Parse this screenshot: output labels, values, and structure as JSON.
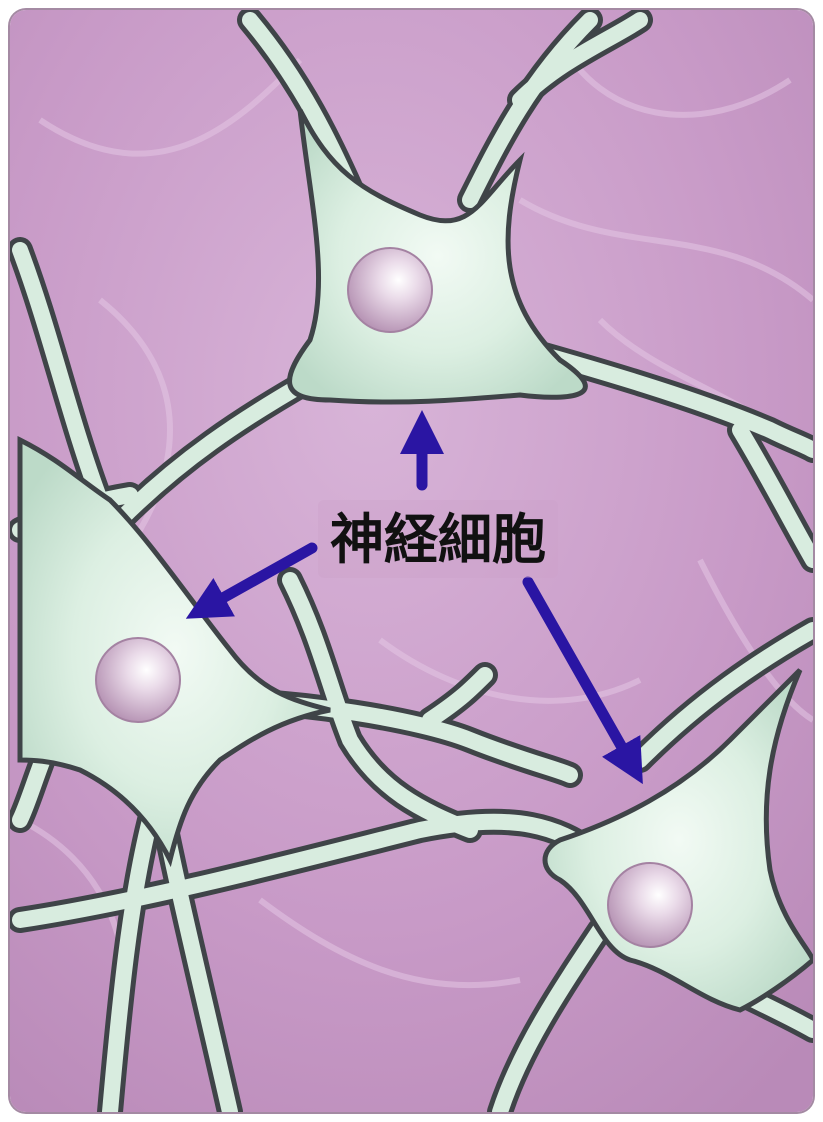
{
  "diagram": {
    "label_text": "神経細胞",
    "colors": {
      "background": "#c79cc6",
      "background_light": "#dcbadc",
      "cell_fill": "#d8ecdf",
      "cell_highlight": "#eef7f0",
      "outline": "#3f4448",
      "nucleus": "#cbaec9",
      "nucleus_light": "#f3eaf2",
      "arrow": "#2a15a3"
    },
    "cells": [
      {
        "name": "neuron-top"
      },
      {
        "name": "neuron-left"
      },
      {
        "name": "neuron-bottom-right"
      }
    ],
    "arrows": [
      {
        "name": "arrow-to-top-neuron"
      },
      {
        "name": "arrow-to-left-neuron"
      },
      {
        "name": "arrow-to-bottom-right-neuron"
      }
    ]
  }
}
